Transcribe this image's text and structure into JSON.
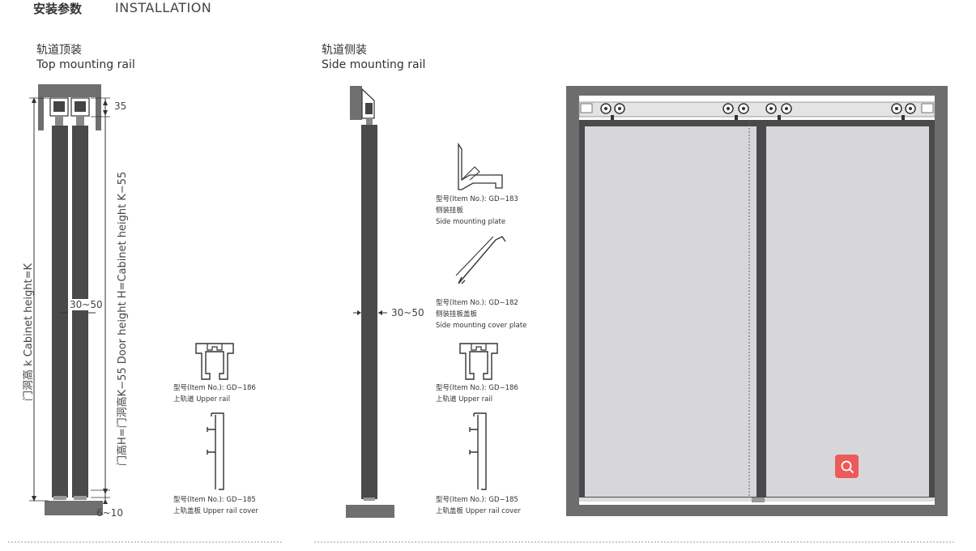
{
  "header": {
    "title_cn": "安装参数",
    "title_en": "INSTALLATION"
  },
  "top_mount": {
    "title_cn": "轨道顶装",
    "title_en": "Top mounting rail",
    "dim_top": "35",
    "dim_bottom": "6~10",
    "dim_thickness": "30~50",
    "cabinet_height": "门洞高 k  Cabinet height=K",
    "door_height": "门高H=门洞高K−55   Door height H=Cabinet height K−55"
  },
  "side_mount": {
    "title_cn": "轨道侧装",
    "title_en": "Side mounting rail",
    "dim_thickness": "30~50"
  },
  "parts": {
    "gd186_a": {
      "model": "型号(Item No.): GD−186",
      "name": "上轨道 Upper rail"
    },
    "gd185_a": {
      "model": "型号(Item No.): GD−185",
      "name": "上轨盖板 Upper rail cover"
    },
    "gd183": {
      "model": "型号(Item No.): GD−183",
      "name_cn": "侧装挂板",
      "name_en": "Side mounting plate"
    },
    "gd182": {
      "model": "型号(Item No.): GD−182",
      "name_cn": "侧装挂板盖板",
      "name_en": "Side mounting cover plate"
    },
    "gd186_b": {
      "model": "型号(Item No.): GD−186",
      "name": "上轨道 Upper rail"
    },
    "gd185_b": {
      "model": "型号(Item No.): GD−185",
      "name": "上轨盖板 Upper rail cover"
    }
  },
  "colors": {
    "accent": "#ec5a5a",
    "frame": "#6d6d6d",
    "glass": "#d7d7d9",
    "door": "#4a4a4c"
  },
  "icons": {
    "zoom": "magnifier-icon"
  }
}
